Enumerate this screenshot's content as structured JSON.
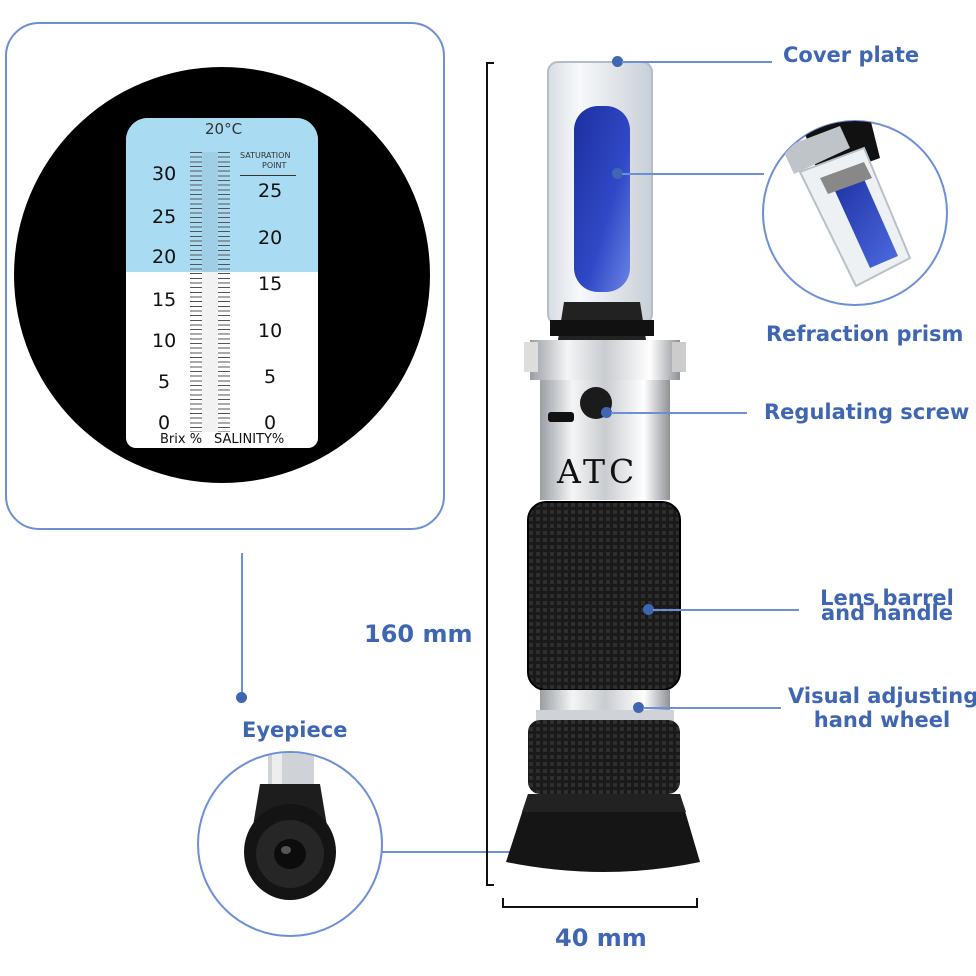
{
  "labels": {
    "cover_plate": "Cover plate",
    "refraction_prism": "Refraction prism",
    "regulating_screw": "Regulating screw",
    "lens_barrel_line1": "Lens barrel",
    "lens_barrel_line2": "and handle",
    "visual_adjust_line1": "Visual adjusting",
    "visual_adjust_line2": "hand wheel",
    "eyepiece": "Eyepiece"
  },
  "dimensions": {
    "height": "160 mm",
    "width": "40 mm"
  },
  "device": {
    "brand_text": "ATC"
  },
  "scale": {
    "temperature": "20°C",
    "saturation_line1": "SATURATION",
    "saturation_line2": "POINT",
    "brix_label": "Brix %",
    "salinity_label": "SALINITY%",
    "brix_ticks": [
      "30",
      "25",
      "20",
      "15",
      "10",
      "5",
      "0"
    ],
    "salinity_ticks": [
      "25",
      "20",
      "15",
      "10",
      "5",
      "0"
    ],
    "field_top_color": "#a9dbf2",
    "field_bottom_color": "#ffffff"
  },
  "colors": {
    "accent": "#3f66b3",
    "callout_border": "#6c8fd6"
  }
}
